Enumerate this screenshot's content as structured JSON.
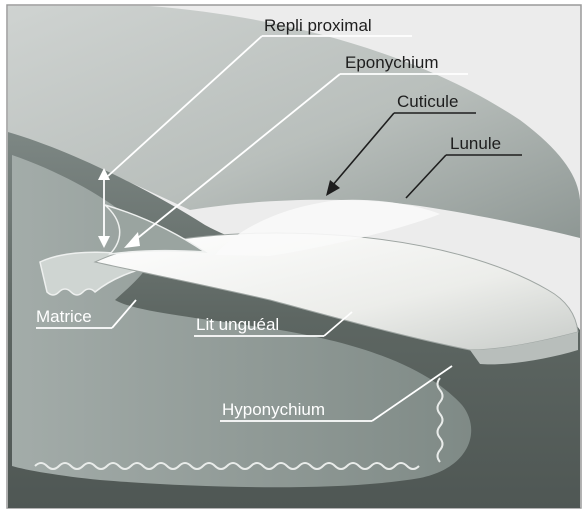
{
  "labels": {
    "proximal_fold": "Repli proximal",
    "eponychium": "Eponychium",
    "cuticle": "Cuticule",
    "lunula": "Lunule",
    "matrix": "Matrice",
    "nail_bed": "Lit unguéal",
    "hyponychium": "Hyponychium"
  },
  "colors": {
    "background": "#ececec",
    "skin_light": "#d4d7d6",
    "skin_dark": "#5f6864",
    "tissue": "#8f9a96",
    "nail_plate": "#f4f4f2",
    "leader_light": "#ffffff",
    "leader_dark": "#1e1e1e"
  }
}
